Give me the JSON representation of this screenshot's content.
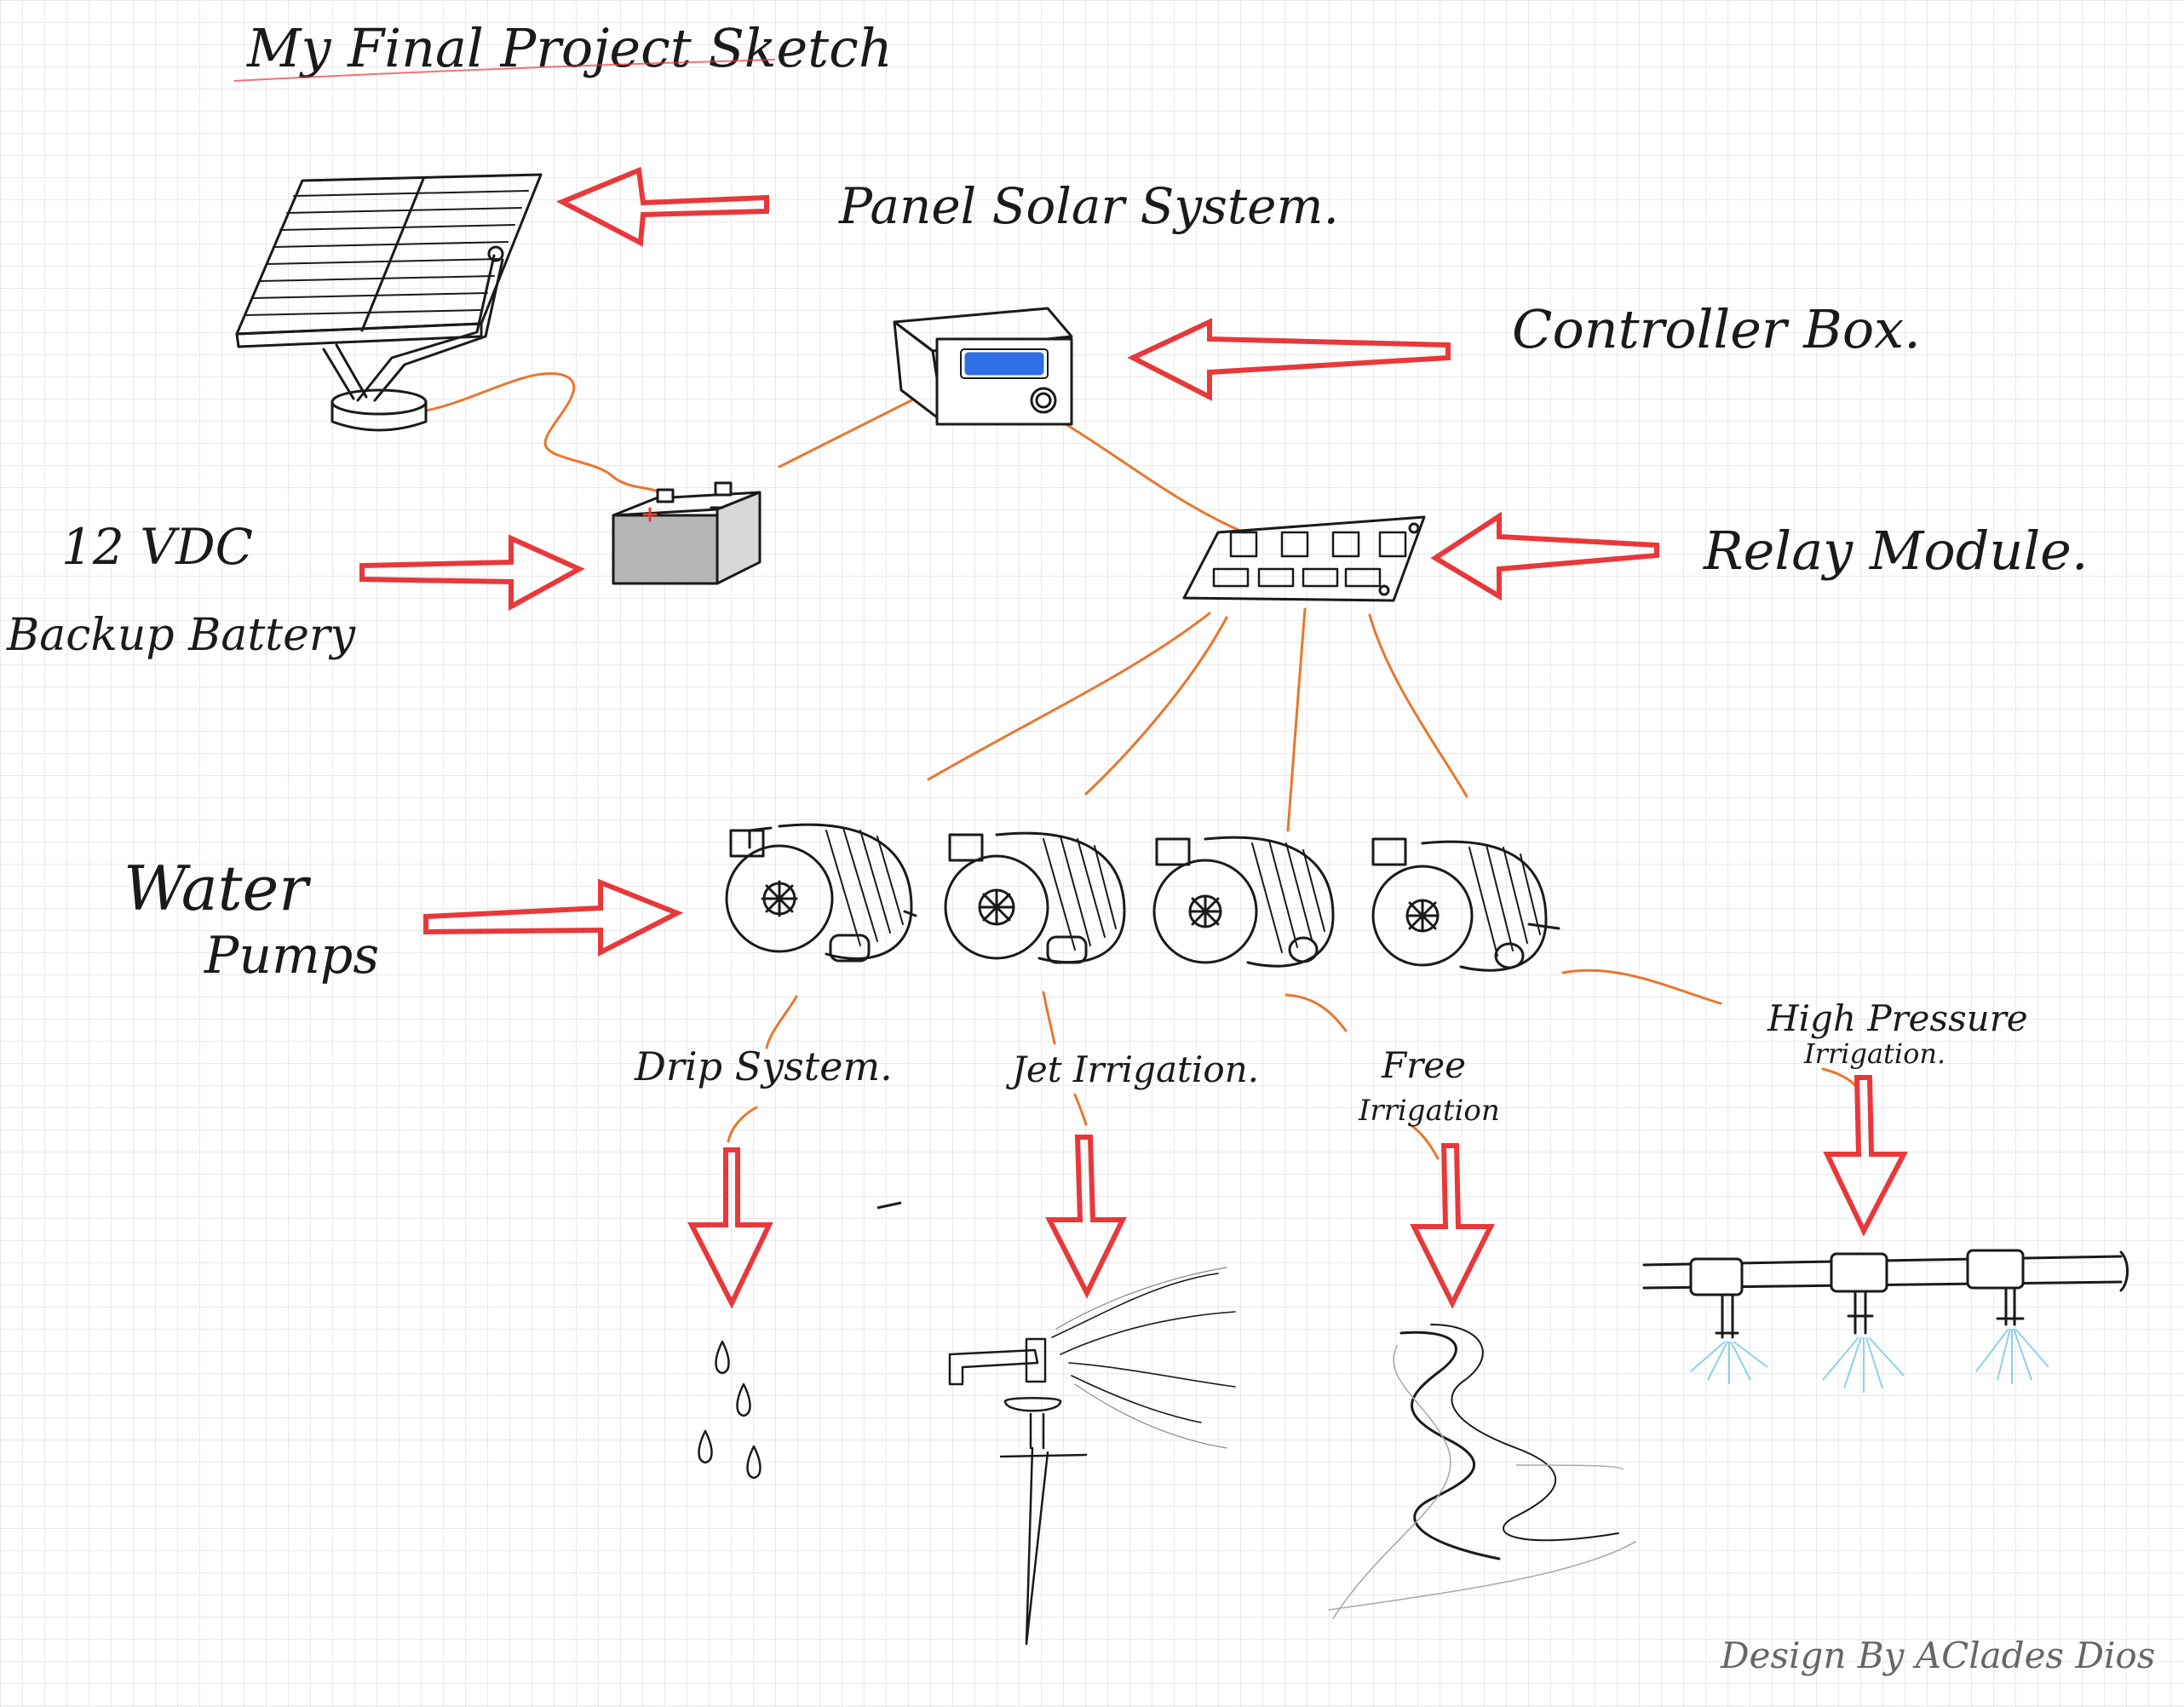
{
  "title": "My Final Project Sketch",
  "labels": {
    "solar": "Panel Solar System.",
    "controller": "Controller Box.",
    "relay": "Relay Module.",
    "battery_line1": "12 VDC",
    "battery_line2": "Backup Battery",
    "pumps_line1": "Water",
    "pumps_line2": "Pumps",
    "drip": "Drip System.",
    "jet": "Jet Irrigation.",
    "free_line1": "Free",
    "free_line2": "Irrigation",
    "high_line1": "High Pressure",
    "high_line2": "Irrigation."
  },
  "signature": "Design By AClades Dios",
  "colors": {
    "arrow": "#e8383a",
    "wire": "#e8772e",
    "ink": "#1a1a1a",
    "lcd": "#2f6fe6",
    "spray": "#8fd0e8",
    "grid": "#e9e9e9"
  }
}
